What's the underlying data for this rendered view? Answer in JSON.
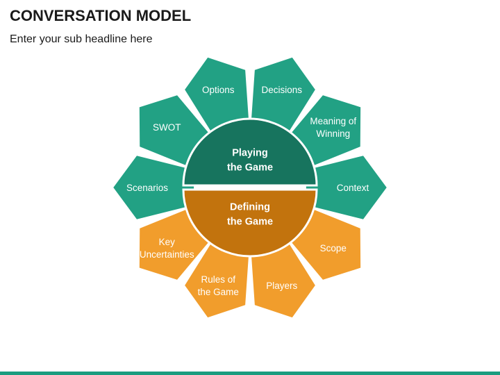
{
  "header": {
    "title": "CONVERSATION MODEL",
    "subtitle": "Enter your sub headline here"
  },
  "colors": {
    "teal": "#22a184",
    "orange": "#f19d2c",
    "center_top": "#17745e",
    "center_bottom": "#c2730d",
    "footer": "#1b9c7f",
    "stroke": "#ffffff"
  },
  "diagram": {
    "center": {
      "top_lines": [
        "Playing",
        "the Game"
      ],
      "bottom_lines": [
        "Defining",
        "the Game"
      ]
    },
    "segments": [
      {
        "id": "options",
        "lines": [
          "Options"
        ],
        "group": "teal"
      },
      {
        "id": "decisions",
        "lines": [
          "Decisions"
        ],
        "group": "teal"
      },
      {
        "id": "meaning-of-winning",
        "lines": [
          "Meaning of",
          "Winning"
        ],
        "group": "teal"
      },
      {
        "id": "context",
        "lines": [
          "Context"
        ],
        "group": "teal"
      },
      {
        "id": "scope",
        "lines": [
          "Scope"
        ],
        "group": "orange"
      },
      {
        "id": "players",
        "lines": [
          "Players"
        ],
        "group": "orange"
      },
      {
        "id": "rules-of-the-game",
        "lines": [
          "Rules of",
          "the Game"
        ],
        "group": "orange"
      },
      {
        "id": "key-uncertainties",
        "lines": [
          "Key",
          "Uncertainties"
        ],
        "group": "orange"
      },
      {
        "id": "scenarios",
        "lines": [
          "Scenarios"
        ],
        "group": "teal"
      },
      {
        "id": "swot",
        "lines": [
          "SWOT"
        ],
        "group": "teal"
      }
    ]
  }
}
